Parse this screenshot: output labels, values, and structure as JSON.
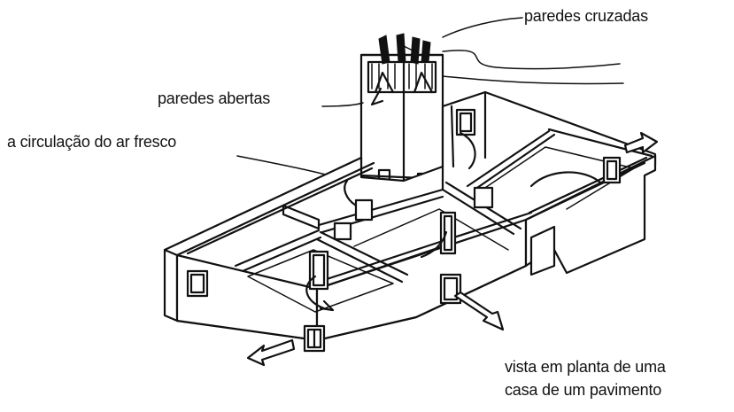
{
  "labels": {
    "crossed_walls": "paredes cruzadas",
    "open_walls": "paredes abertas",
    "air_circulation": "a circulação do ar fresco",
    "caption_line1": "vista em planta de uma",
    "caption_line2": "casa de um pavimento"
  },
  "colors": {
    "ink": "#111111",
    "background": "#ffffff"
  }
}
